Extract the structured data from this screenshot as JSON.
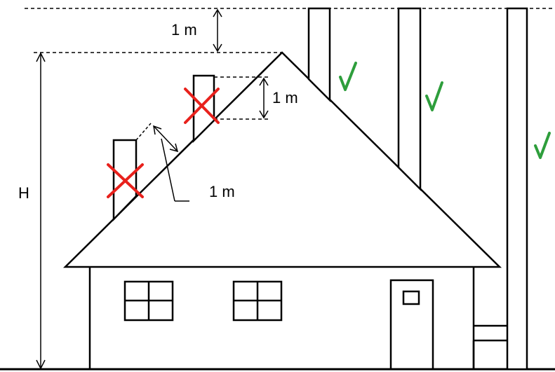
{
  "labels": {
    "top_clearance": "1 m",
    "ridge_clearance": "1 m",
    "slope_clearance": "1 m",
    "height": "H"
  },
  "chimneys": [
    {
      "id": "left-roof-chimney",
      "verdict": "incorrect",
      "mark": "cross"
    },
    {
      "id": "upper-roof-chimney",
      "verdict": "incorrect",
      "mark": "cross"
    },
    {
      "id": "near-ridge-chimney",
      "verdict": "correct",
      "mark": "check"
    },
    {
      "id": "mid-slope-chimney",
      "verdict": "correct",
      "mark": "check"
    },
    {
      "id": "external-wall-chimney",
      "verdict": "correct",
      "mark": "check"
    }
  ],
  "colors": {
    "line": "#000000",
    "incorrect": "#e8211c",
    "correct": "#2e9e3c"
  }
}
